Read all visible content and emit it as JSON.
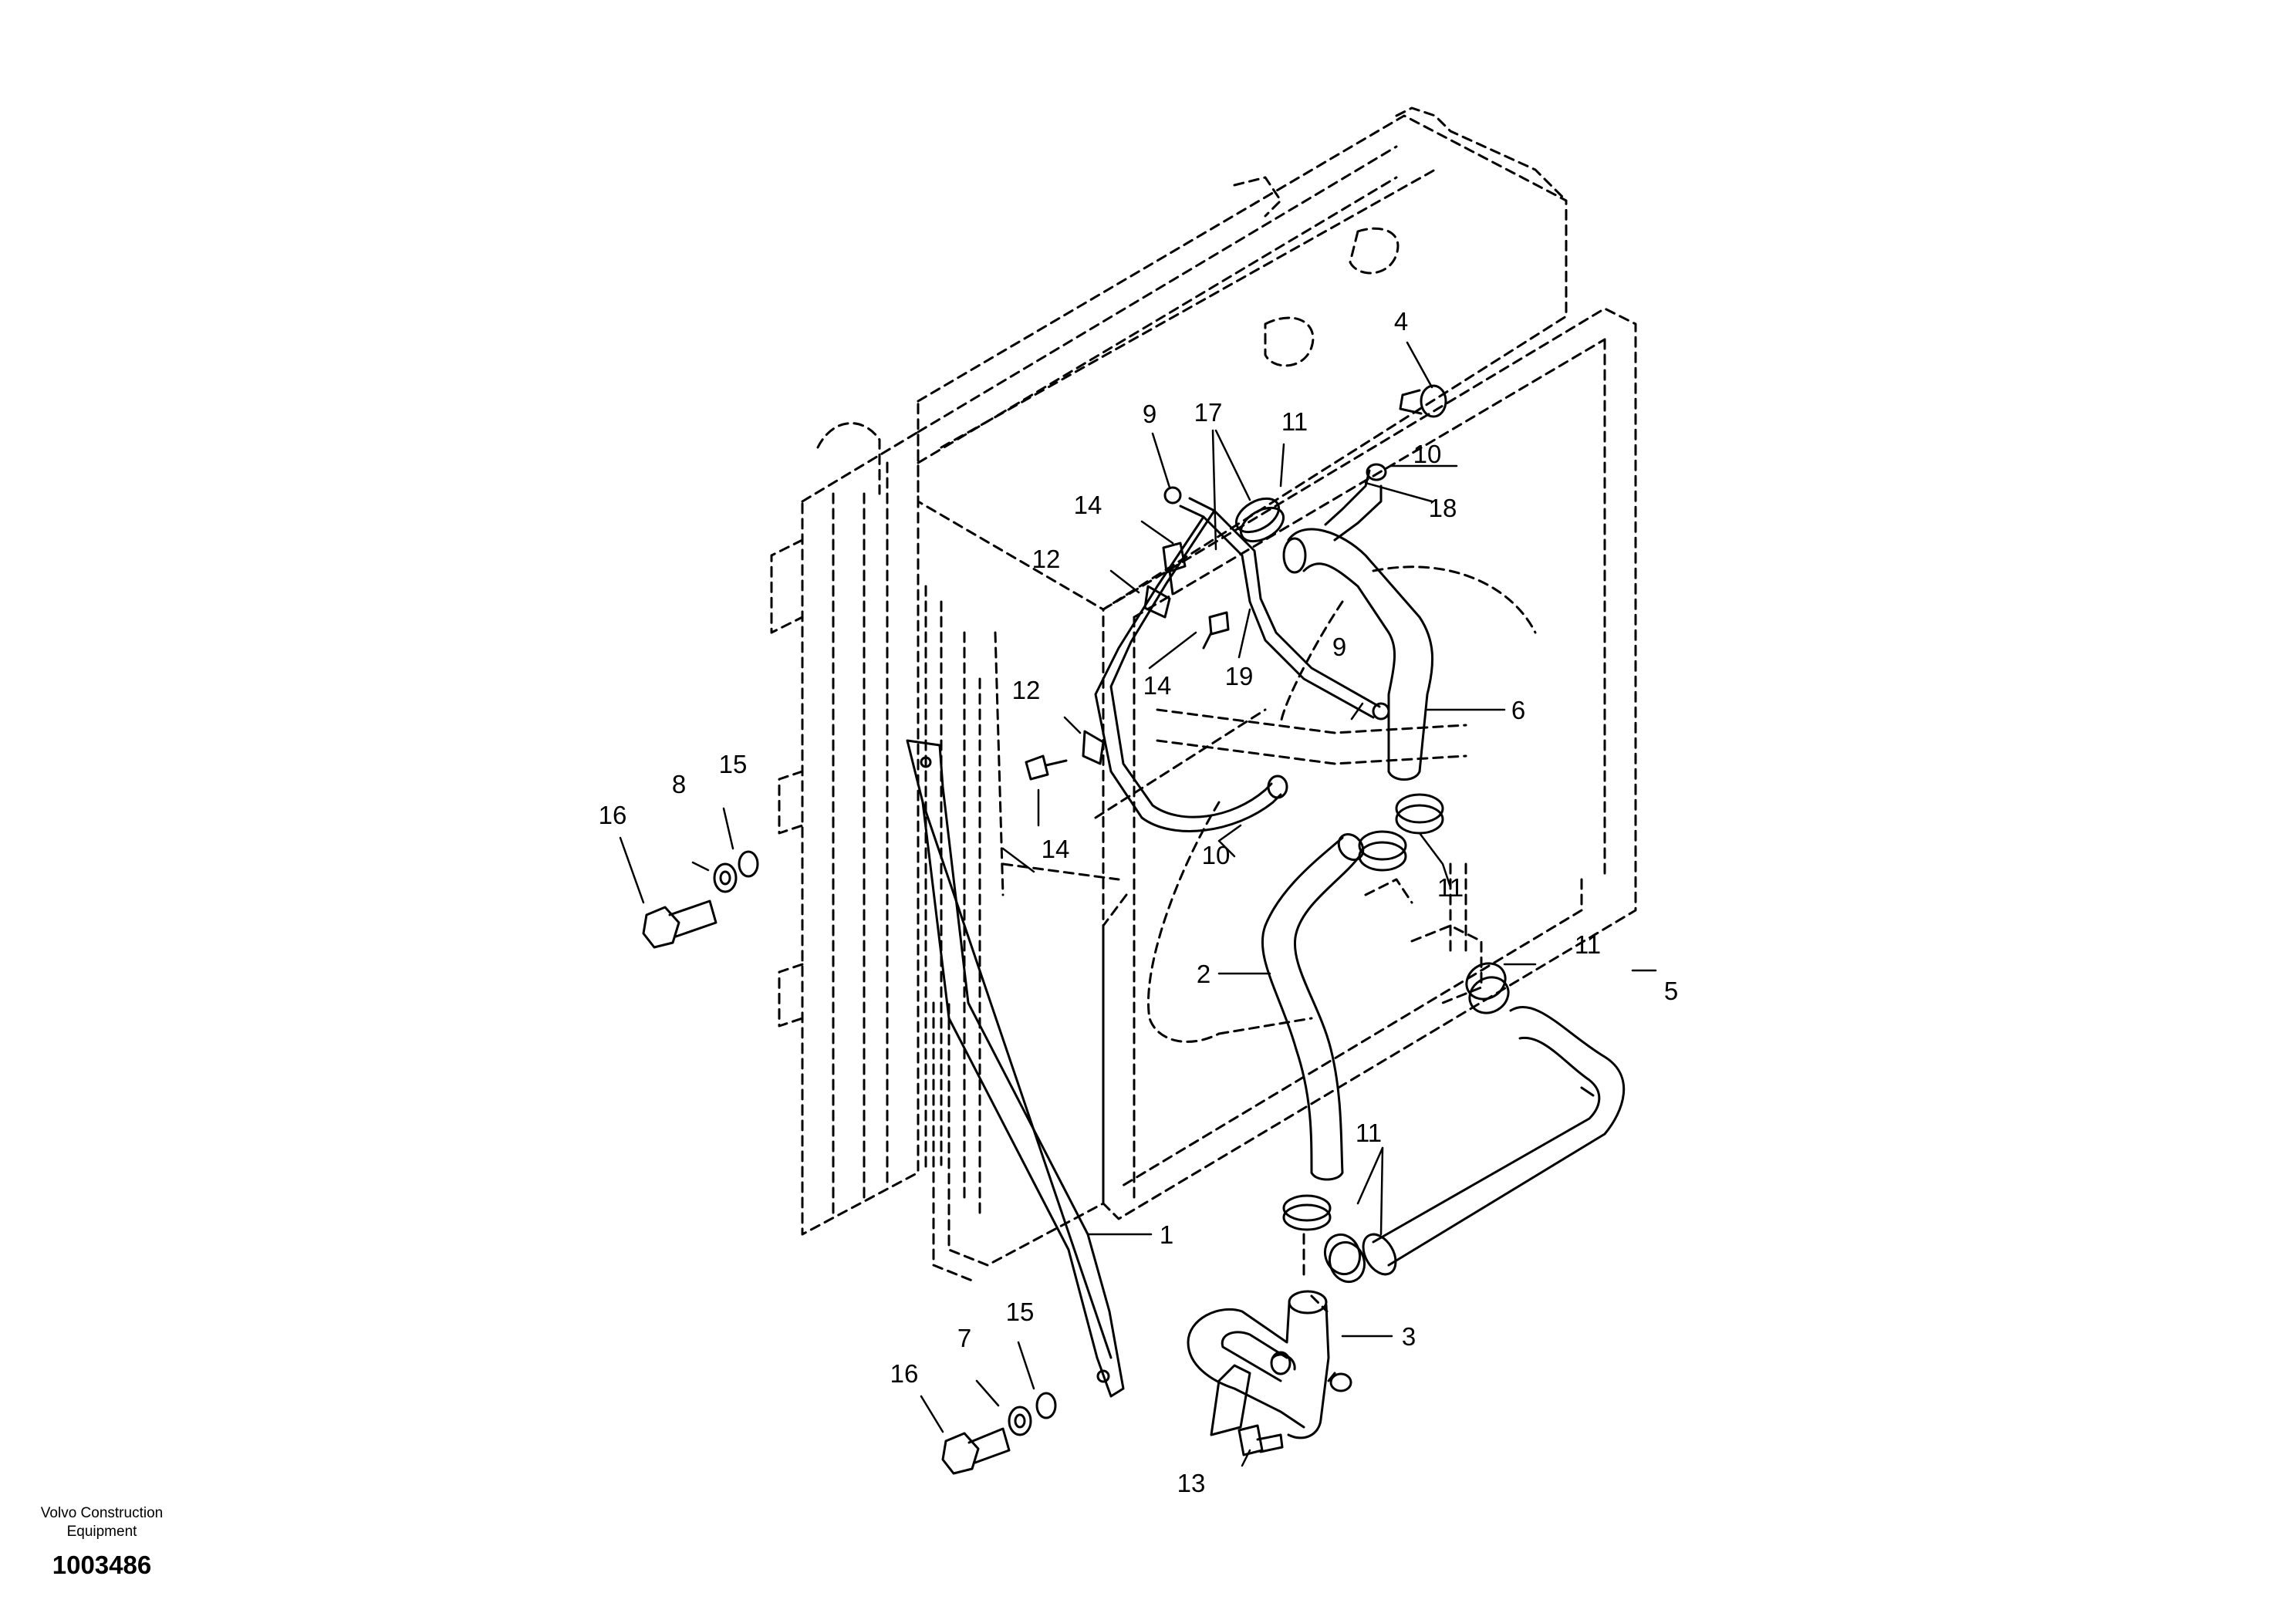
{
  "footer": {
    "manufacturer_line1": "Volvo Construction",
    "manufacturer_line2": "Equipment",
    "document_number": "1003486"
  },
  "callouts": [
    {
      "id": "c1",
      "label": "1"
    },
    {
      "id": "c2",
      "label": "2"
    },
    {
      "id": "c3",
      "label": "3"
    },
    {
      "id": "c4",
      "label": "4"
    },
    {
      "id": "c5",
      "label": "5"
    },
    {
      "id": "c6",
      "label": "6"
    },
    {
      "id": "c7",
      "label": "7"
    },
    {
      "id": "c8",
      "label": "8"
    },
    {
      "id": "c9a",
      "label": "9"
    },
    {
      "id": "c9b",
      "label": "9"
    },
    {
      "id": "c10a",
      "label": "10"
    },
    {
      "id": "c10b",
      "label": "10"
    },
    {
      "id": "c11a",
      "label": "11"
    },
    {
      "id": "c11b",
      "label": "11"
    },
    {
      "id": "c11c",
      "label": "11"
    },
    {
      "id": "c11d",
      "label": "11"
    },
    {
      "id": "c12a",
      "label": "12"
    },
    {
      "id": "c12b",
      "label": "12"
    },
    {
      "id": "c13",
      "label": "13"
    },
    {
      "id": "c14a",
      "label": "14"
    },
    {
      "id": "c14b",
      "label": "14"
    },
    {
      "id": "c14c",
      "label": "14"
    },
    {
      "id": "c15a",
      "label": "15"
    },
    {
      "id": "c15b",
      "label": "15"
    },
    {
      "id": "c16a",
      "label": "16"
    },
    {
      "id": "c16b",
      "label": "16"
    },
    {
      "id": "c17",
      "label": "17"
    },
    {
      "id": "c18",
      "label": "18"
    },
    {
      "id": "c19",
      "label": "19"
    }
  ]
}
